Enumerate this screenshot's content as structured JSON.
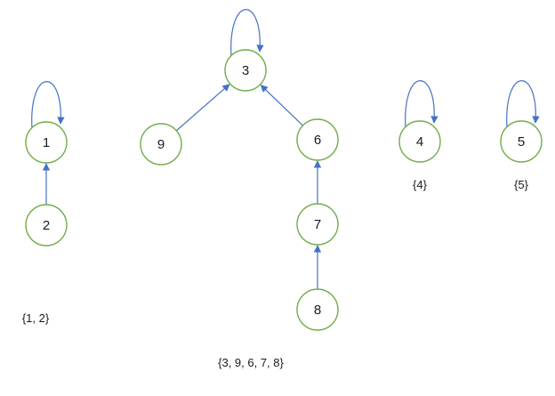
{
  "colors": {
    "node_stroke": "#70ad47",
    "edge": "#4472c4",
    "text": "#1a1a1a"
  },
  "nodes": [
    {
      "id": "1",
      "label": "1"
    },
    {
      "id": "2",
      "label": "2"
    },
    {
      "id": "3",
      "label": "3"
    },
    {
      "id": "9",
      "label": "9"
    },
    {
      "id": "6",
      "label": "6"
    },
    {
      "id": "7",
      "label": "7"
    },
    {
      "id": "8",
      "label": "8"
    },
    {
      "id": "4",
      "label": "4"
    },
    {
      "id": "5",
      "label": "5"
    }
  ],
  "edges": [
    {
      "from": "2",
      "to": "1"
    },
    {
      "from": "9",
      "to": "3"
    },
    {
      "from": "6",
      "to": "3"
    },
    {
      "from": "7",
      "to": "6"
    },
    {
      "from": "8",
      "to": "7"
    }
  ],
  "self_loops": [
    "1",
    "3",
    "4",
    "5"
  ],
  "sets": [
    {
      "id": "set-1-2",
      "label": "{1, 2}"
    },
    {
      "id": "set-3-9-6-7-8",
      "label": "{3, 9, 6, 7, 8}"
    },
    {
      "id": "set-4",
      "label": "{4}"
    },
    {
      "id": "set-5",
      "label": "{5}"
    }
  ]
}
